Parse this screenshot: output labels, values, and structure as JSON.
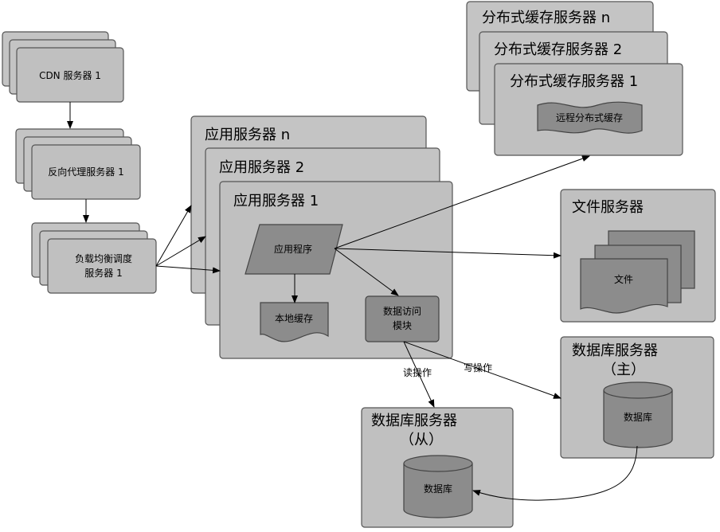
{
  "cdn": {
    "label": "CDN 服务器 1"
  },
  "reverse_proxy": {
    "label": "反向代理服务器 1"
  },
  "load_balancer": {
    "line1": "负载均衡调度",
    "line2": "服务器 1"
  },
  "app_servers": {
    "n": "应用服务器 n",
    "two": "应用服务器 2",
    "one": "应用服务器 1",
    "program": "应用程序",
    "local_cache": "本地缓存",
    "data_access_line1": "数据访问",
    "data_access_line2": "模块"
  },
  "cache_servers": {
    "n": "分布式缓存服务器 n",
    "two": "分布式缓存服务器 2",
    "one": "分布式缓存服务器 1",
    "remote_cache": "远程分布式缓存"
  },
  "file_server": {
    "title": "文件服务器",
    "file": "文件"
  },
  "db_master": {
    "title": "数据库服务器",
    "sub": "（主）",
    "db": "数据库"
  },
  "db_slave": {
    "title": "数据库服务器",
    "sub": "（从）",
    "db": "数据库"
  },
  "edges": {
    "read": "读操作",
    "write": "写操作"
  }
}
